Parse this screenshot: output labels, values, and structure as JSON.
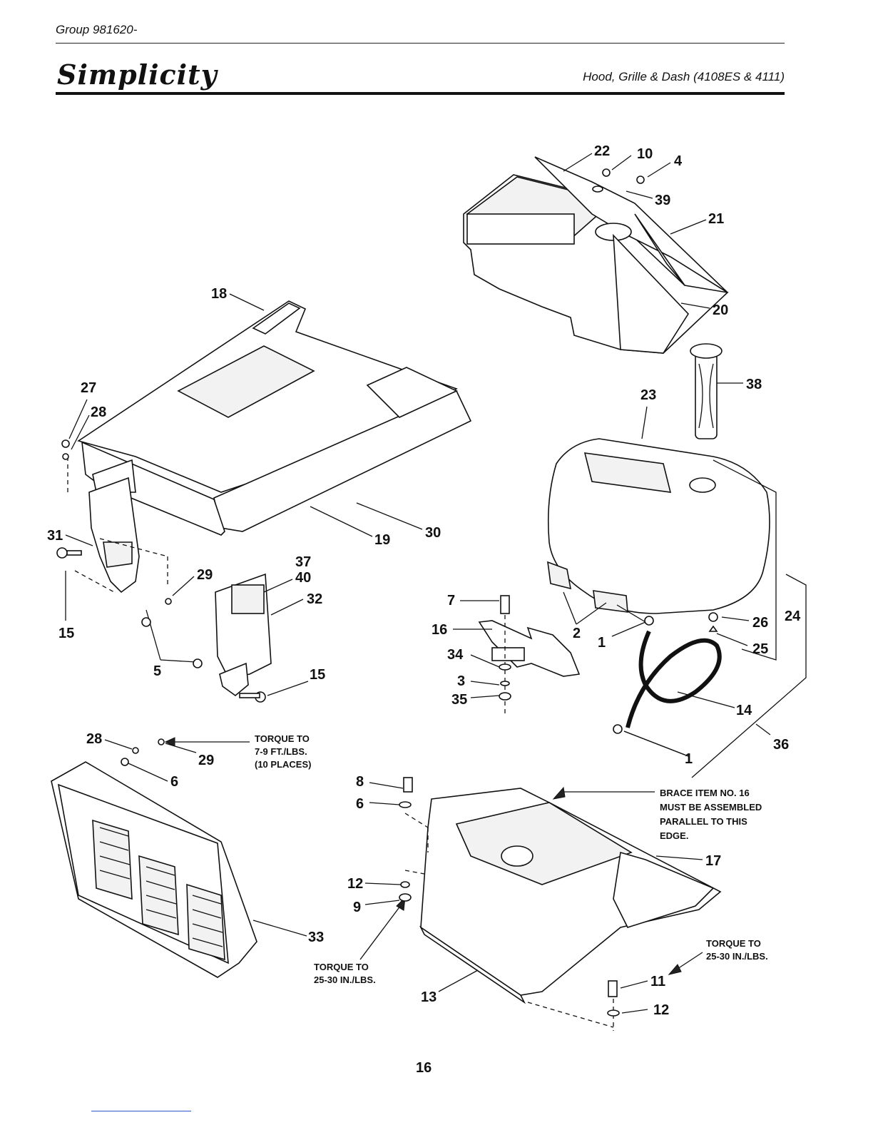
{
  "header": {
    "group": "Group 981620-",
    "brand": "Simplicity",
    "section_title": "Hood, Grille & Dash (4108ES & 4111)"
  },
  "callouts": {
    "c22": "22",
    "c10": "10",
    "c4": "4",
    "c39": "39",
    "c21": "21",
    "c20": "20",
    "c18": "18",
    "c38": "38",
    "c23": "23",
    "c27": "27",
    "c28a": "28",
    "c31": "31",
    "c19": "19",
    "c30": "30",
    "c37": "37",
    "c40": "40",
    "c29a": "29",
    "c32": "32",
    "c15a": "15",
    "c5": "5",
    "c15b": "15",
    "c7": "7",
    "c16": "16",
    "c2": "2",
    "c1a": "1",
    "c26": "26",
    "c24": "24",
    "c25": "25",
    "c34": "34",
    "c3": "3",
    "c35": "35",
    "c14": "14",
    "c36": "36",
    "c1b": "1",
    "c28b": "28",
    "c29b": "29",
    "c6a": "6",
    "c8": "8",
    "c6b": "6",
    "c17": "17",
    "c12a": "12",
    "c9": "9",
    "c33": "33",
    "c13": "13",
    "c11": "11",
    "c12b": "12"
  },
  "notes": {
    "torque_grille": [
      "TORQUE TO",
      "7-9 FT./LBS.",
      "(10 PLACES)"
    ],
    "brace": [
      "BRACE ITEM NO. 16",
      "MUST BE ASSEMBLED",
      "PARALLEL TO THIS",
      "EDGE."
    ],
    "torque_right": [
      "TORQUE TO",
      "25-30 IN./LBS."
    ],
    "torque_left": [
      "TORQUE TO",
      "25-30  IN./LBS."
    ]
  },
  "footer": {
    "page_number": "16"
  }
}
